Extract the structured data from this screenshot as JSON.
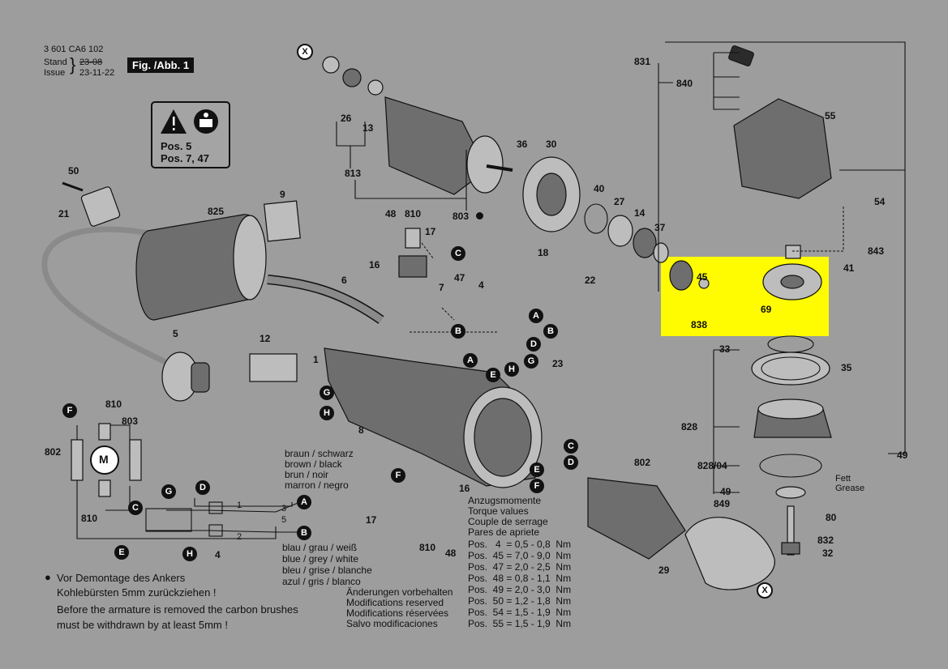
{
  "header": {
    "doc_number": "3 601 CA6 102",
    "stand_label": "Stand",
    "issue_label": "Issue",
    "stand_date": "23-08",
    "issue_date": "23-11-22",
    "figure_label": "Fig. /Abb. 1"
  },
  "warning_box": {
    "line1": "Pos. 5",
    "line2": "Pos. 7, 47"
  },
  "part_labels": {
    "p50": "50",
    "p21": "21",
    "p9": "9",
    "p825": "825",
    "p5": "5",
    "p6": "6",
    "p12": "12",
    "p1": "1",
    "p8": "8",
    "p26": "26",
    "p13": "13",
    "p813": "813",
    "p803": "803",
    "p36": "36",
    "p30": "30",
    "p40": "40",
    "p27": "27",
    "p14": "14",
    "p37": "37",
    "p48a": "48",
    "p810a": "810",
    "p17a": "17",
    "p16a": "16",
    "p7": "7",
    "p47": "47",
    "p4": "4",
    "p18": "18",
    "p22": "22",
    "p23": "23",
    "p831": "831",
    "p840": "840",
    "p55": "55",
    "p54": "54",
    "p843": "843",
    "p45": "45",
    "p41": "41",
    "p69": "69",
    "p838": "838",
    "p33": "33",
    "p35": "35",
    "p828": "828",
    "p828_04": "828/04",
    "p49a": "49",
    "p849": "849",
    "p49b": "49",
    "p80": "80",
    "p832": "832",
    "p32": "32",
    "p802a": "802",
    "p29": "29",
    "p16b": "16",
    "p17b": "17",
    "p810b": "810",
    "p48b": "48",
    "fett": "Fett",
    "grease": "Grease"
  },
  "schematic": {
    "f": "F",
    "p810_top": "810",
    "p803": "803",
    "p802": "802",
    "motor": "M",
    "p810_bot": "810",
    "c": "C",
    "g": "G",
    "d": "D",
    "e": "E",
    "h": "H",
    "a": "A",
    "b": "B",
    "p4": "4",
    "n1": "1",
    "n2": "2",
    "n3": "3",
    "n5": "5"
  },
  "connector_letters": [
    "C",
    "A",
    "B",
    "B",
    "D",
    "A",
    "G",
    "E",
    "H",
    "G",
    "H",
    "C",
    "D",
    "E",
    "F",
    "F",
    "X",
    "X"
  ],
  "wire_colors": {
    "top": [
      "braun / schwarz",
      "brown / black",
      "brun / noir",
      "marron / negro"
    ],
    "bottom": [
      "blau / grau / weiß",
      "blue / grey / white",
      "bleu / grise / blanche",
      "azul / gris / blanco"
    ]
  },
  "torque": {
    "title": [
      "Anzugsmomente",
      "Torque values",
      "Couple de serrage",
      "Pares de apriete"
    ],
    "rows": [
      "Pos.   4  = 0,5 - 0,8  Nm",
      "Pos.  45 = 7,0 - 9,0  Nm",
      "Pos.  47 = 2,0 - 2,5  Nm",
      "Pos.  48 = 0,8 - 1,1  Nm",
      "Pos.  49 = 2,0 - 3,0  Nm",
      "Pos.  50 = 1,2 - 1,8  Nm",
      "Pos.  54 = 1,5 - 1,9  Nm",
      "Pos.  55 = 1,5 - 1,9  Nm"
    ]
  },
  "modifications": [
    "Änderungen vorbehalten",
    "Modifications reserved",
    "Modifications réservées",
    "Salvo modificaciones"
  ],
  "notes": {
    "bullet": "●",
    "de1": "Vor Demontage des Ankers",
    "de2": "Kohlebürsten 5mm zurückziehen !",
    "en1": "Before the armature is removed the carbon brushes",
    "en2": "must be withdrawn by at least 5mm !"
  },
  "colors": {
    "background": "#9d9d9d",
    "highlight": "#fffb00",
    "ink": "#111111"
  }
}
